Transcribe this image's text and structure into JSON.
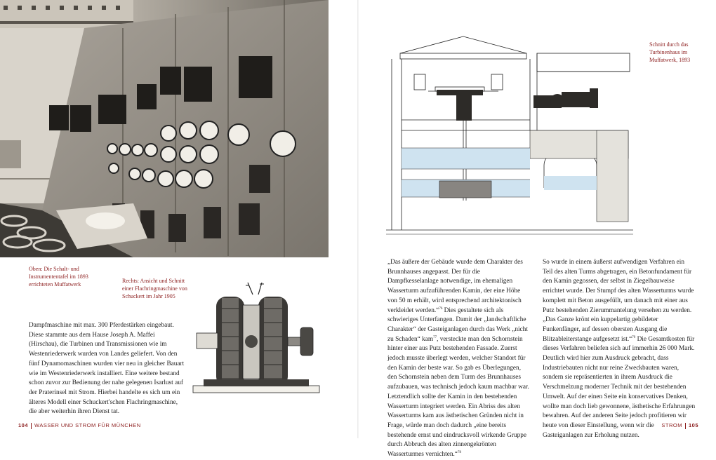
{
  "captions": {
    "top": "Oben: Die Schalt- und Instrumententafel im 1893 errichteten Muffatwerk",
    "right": "Rechts: Ansicht und Schnitt einer Flachringmaschine von Schuckert im Jahr 1905",
    "section": "Schnitt durch das Turbinenhaus im Muffatwerk, 1893"
  },
  "body": {
    "left": "Dampfmaschine mit max. 300 Pferdestärken eingebaut. Diese stammte aus dem Hause Joseph A. Maffei (Hirschau), die Turbinen und Transmissionen wie im Westenriederwerk wurden von Landes geliefert. Von den fünf Dynamomaschinen wurden vier neu in gleicher Bauart wie im Westenriederwerk installiert. Eine weitere bestand schon zuvor zur Bedienung der nahe gelegenen Isarlust auf der Praterinsel mit Strom. Hierbei handelte es sich um ein älteres Modell einer Schuckert'schen Flachringmaschine, die aber weiterhin ihren Dienst tat.",
    "middle": [
      {
        "t": "„Das äußere der Gebäude wurde dem Charakter des Brunnhauses angepasst. Der für die Dampfkesselanlage notwendige, im ehemaligen Wasserturm aufzuführenden Kamin, der eine Höhe von 50 m erhält, wird entsprechend architektonisch verkleidet werden.“"
      },
      {
        "t": "76",
        "sup": true
      },
      {
        "t": " Dies gestaltete sich als schwieriges Unterfangen. Damit der „landschaftliche Charakter“ der Gasteiganlagen durch das Werk „nicht zu Schaden“ kam"
      },
      {
        "t": "77",
        "sup": true
      },
      {
        "t": ", versteckte man den Schornstein hinter einer aus Putz bestehenden Fassade. Zuerst jedoch musste überlegt werden, welcher Standort für den Kamin der beste war. So gab es Überlegungen, den Schornstein neben dem Turm des Brunnhauses aufzubauen, was technisch jedoch kaum machbar war. Letztendlich sollte der Kamin in den bestehenden Wasserturm integriert werden. Ein Abriss des alten Wasserturms kam aus ästhetischen Gründen nicht in Frage, würde man doch dadurch „eine bereits bestehende ernst und eindrucksvoll wirkende Gruppe durch Abbruch des alten zinnengekrönten Wasserturmes vernichten.“"
      },
      {
        "t": "78",
        "sup": true
      }
    ],
    "right": [
      {
        "t": "So wurde in einem äußerst aufwendigen Verfahren ein Teil des alten Turms abgetragen, ein Betonfundament für den Kamin gegossen, der selbst in Ziegelbauweise errichtet wurde. Der Stumpf des alten Wasserturms wurde komplett mit Beton ausgefüllt, um danach mit einer aus Putz bestehenden Zierummantelung versehen zu werden. „Das Ganze krönt ein kuppelartig gebildeter Funkenfänger, auf dessen obersten Ausgang die Blitzableiterstange aufgesetzt ist.“"
      },
      {
        "t": "79",
        "sup": true
      },
      {
        "t": " Die Gesamtkosten für dieses Verfahren beliefen sich auf immerhin 26 000 Mark. Deutlich wird hier zum Ausdruck gebracht, dass Industriebauten nicht nur reine Zweckbauten waren, sondern sie repräsentierten in ihrem Ausdruck die Verschmelzung moderner Technik mit der bestehenden Umwelt. Auf der einen Seite ein konservatives Denken, wollte man doch lieb gewonnene, ästhetische Erfahrungen bewahren. Auf der anderen Seite jedoch profitieren wir heute von dieser Einstellung, wenn wir die Gasteiganlagen zur Erholung nutzen."
      }
    ]
  },
  "footer": {
    "left_page": "104",
    "left_title": "WASSER UND STROM FÜR MÜNCHEN",
    "right_title": "STROM",
    "right_page": "105"
  },
  "colors": {
    "caption_red": "#8a1a1a",
    "water_blue": "#cfe3f0"
  }
}
